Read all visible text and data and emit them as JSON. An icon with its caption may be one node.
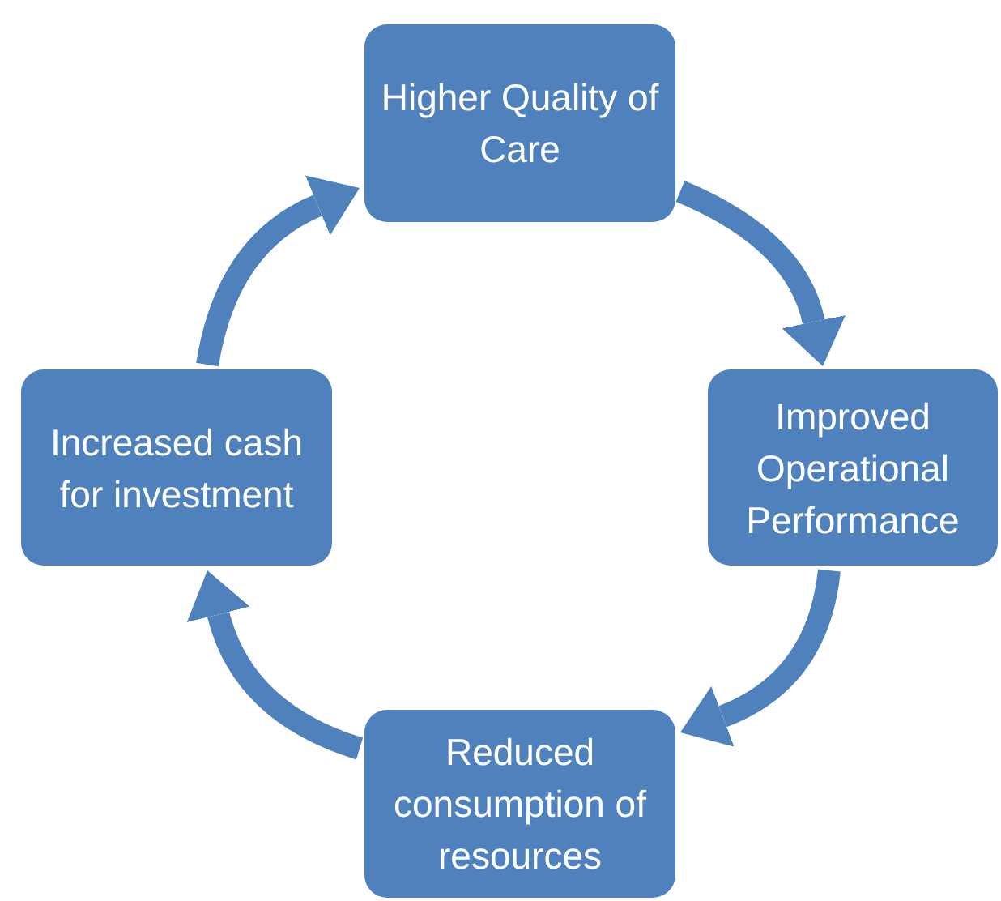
{
  "diagram": {
    "nodes": [
      {
        "text": [
          "Higher Quality of Care"
        ]
      },
      {
        "text": [
          "Improved Operational Performance"
        ]
      },
      {
        "text": [
          "Reduced consumption of resources"
        ]
      },
      {
        "text": [
          "Increased cash for investment"
        ]
      }
    ],
    "edges": [
      {
        "from": 0,
        "to": 1,
        "arrow": "to"
      },
      {
        "from": 1,
        "to": 2,
        "arrow": "to"
      },
      {
        "from": 2,
        "to": 3,
        "arrow": "to"
      },
      {
        "from": 3,
        "to": 0,
        "arrow": "to"
      }
    ]
  }
}
